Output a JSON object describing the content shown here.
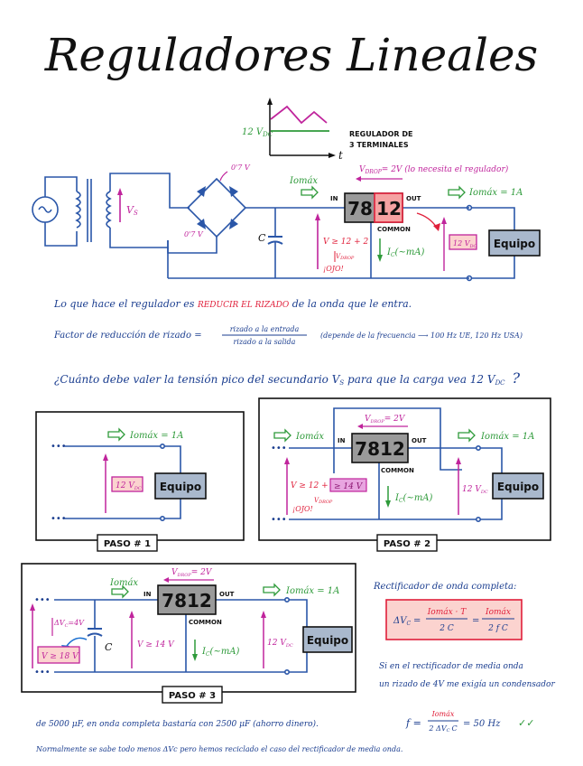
{
  "title": "Reguladores Lineales",
  "colors": {
    "blue": "#1a3d8f",
    "wire": "#2a56a8",
    "magenta": "#c0249c",
    "green": "#2e9a3a",
    "red": "#e01f3a",
    "box_grey": "#9a9a9a",
    "pink_box": "#fbd3cf",
    "equipo_fill": "#a9b8cc"
  },
  "top": {
    "graph_label": "12 V",
    "graph_label_sub": "DC",
    "t_label": "t",
    "reg_note_l1": "REGULADOR DE",
    "reg_note_l2": "3 TERMINALES",
    "v_out_label": "V",
    "v_out_label_sub": "S",
    "v_07_a": "0'7 V",
    "v_07_b": "0'7 V",
    "c_label": "C",
    "iomax_in": "Iomáx",
    "vdrop_note": "V",
    "vdrop_note_sub": "DROP",
    "vdrop_note_rest": "= 2V (lo necesita el regulador)",
    "reg_in": "IN",
    "reg_num_a": "78",
    "reg_num_b": "12",
    "reg_out": "OUT",
    "reg_common": "COMMON",
    "iomax_out": "Iomáx = 1A",
    "vin_ineq": "V ≥ 12 + 2",
    "vin_vdrop": "V",
    "vin_vdrop_sub": "DROP",
    "ojo": "¡OJO!",
    "ic": "I",
    "ic_sub": "C",
    "ic_rest": "(~mA)",
    "v12": "12 V",
    "v12_sub": "DC",
    "equipo": "Equipo"
  },
  "text": {
    "line1_a": "Lo que hace el regulador es",
    "line1_b": "REDUCIR EL RIZADO",
    "line1_c": "de la onda que le entra.",
    "line2_a": "Factor de reducción de rizado =",
    "frac_num": "rizado a la entrada",
    "frac_den": "rizado a la salida",
    "line2_b": "(depende de la frecuencia  ⟶  100 Hz UE, 120 Hz USA)",
    "question": "¿Cuánto debe valer la tensión pico del secundario V",
    "question_sub": "S",
    "question_rest": "para que la carga vea 12 V",
    "question_sub2": "DC",
    "question_mark": "?"
  },
  "paso1": {
    "label": "PASO # 1",
    "iomax": "Iomáx = 1A",
    "v12": "12 V",
    "v12_sub": "DC",
    "equipo": "Equipo"
  },
  "paso2": {
    "label": "PASO # 2",
    "vdrop": "V",
    "vdrop_sub": "DROP",
    "vdrop_rest": "= 2V",
    "iomax_in": "Iomáx",
    "reg_in": "IN",
    "reg_num": "7812",
    "reg_out": "OUT",
    "reg_common": "COMMON",
    "iomax_out": "Iomáx = 1A",
    "vin_ineq": "V ≥ 12 + 2",
    "vin_box": "≥ 14 V",
    "vin_vdrop": "V",
    "vin_vdrop_sub": "DROP",
    "ojo": "¡OJO!",
    "ic": "I",
    "ic_sub": "C",
    "ic_rest": "(~mA)",
    "v12": "12 V",
    "v12_sub": "DC",
    "equipo": "Equipo"
  },
  "paso3": {
    "label": "PASO # 3",
    "iomax_in": "Iomáx",
    "vdrop": "V",
    "vdrop_sub": "DROP",
    "vdrop_rest": "= 2V",
    "reg_in": "IN",
    "reg_num": "7812",
    "reg_out": "OUT",
    "reg_common": "COMMON",
    "iomax_out": "Iomáx = 1A",
    "dvc": "ΔV",
    "dvc_sub": "C",
    "dvc_rest": "=4V",
    "c_label": "C",
    "vbox": "V ≥ 18 V",
    "vin": "V ≥ 14 V",
    "ic": "I",
    "ic_sub": "C",
    "ic_rest": "(~mA)",
    "v12": "12 V",
    "v12_sub": "DC",
    "equipo": "Equipo"
  },
  "right": {
    "rect_title": "Rectificador de onda completa:",
    "dvc_lhs": "ΔV",
    "dvc_lhs_sub": "C",
    "eq": "=",
    "f1_num": "Iomáx · T",
    "f1_den": "2 C",
    "f2_num": "Iomáx",
    "f2_den": "2 f C",
    "half_l1": "Si en el rectificador de media onda",
    "half_l2": "un rizado de 4V me exigía un condensador"
  },
  "bottom": {
    "line_a": "de 5000 μF, en onda completa bastaría con 2500 μF (ahorro dinero).",
    "f_lhs": "f =",
    "f_num": "Iomáx",
    "f_den": "2 ΔV",
    "f_den_sub": "C",
    "f_den_rest": "C",
    "f_result": "= 50 Hz",
    "checks": "✓✓",
    "line_b": "Normalmente se sabe todo menos ΔVc pero hemos reciclado el caso del rectificador de media onda."
  }
}
